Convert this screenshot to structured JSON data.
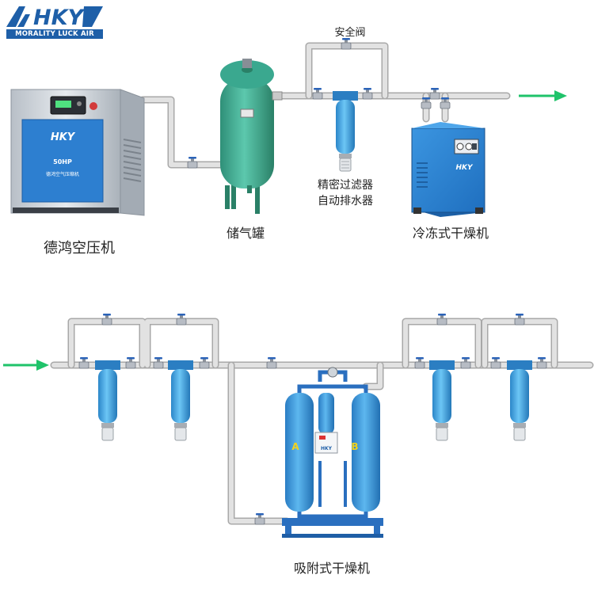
{
  "brand": {
    "logo_text": "HKY",
    "tagline": "MORALITY LUCK AIR",
    "blue": "#1e5fa8"
  },
  "labels": {
    "safety_valve": "安全阀",
    "precision_filter_line1": "精密过滤器",
    "precision_filter_line2": "自动排水器",
    "compressor": "德鸿空压机",
    "air_tank": "储气罐",
    "refrigerated_dryer": "冷冻式干燥机",
    "adsorption_dryer": "吸附式干燥机"
  },
  "equipment_text": {
    "compressor_power": "50HP",
    "compressor_name": "德鸿空气压缩机",
    "tower_a": "A",
    "tower_b": "B"
  },
  "colors": {
    "pipe": "#dcdcdc",
    "pipe_edge": "#a8a8a8",
    "tank": "#3aa88f",
    "filter": "#3a9fe0",
    "dryer": "#2f86d6",
    "arrow": "#1fc36a",
    "compressor_body": "#c9cfd6",
    "compressor_panel": "#2d7fd0",
    "tower_letter": "#f2d21b"
  },
  "icons": [
    "flow-arrow-icon",
    "valve-icon",
    "gauge-icon",
    "logo-mark-icon"
  ]
}
